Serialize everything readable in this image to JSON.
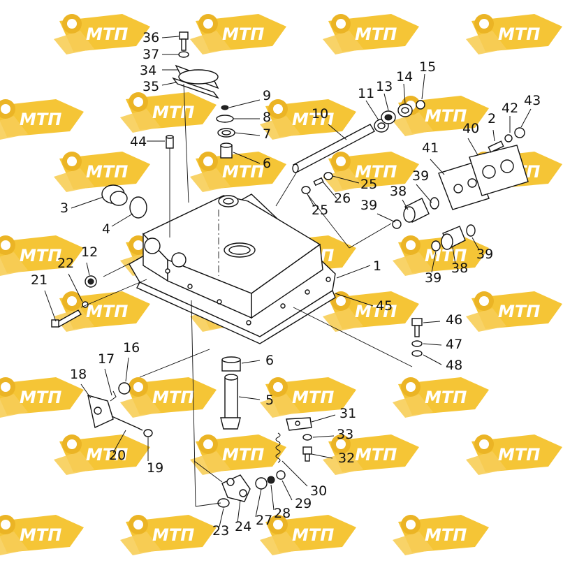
{
  "watermark": {
    "text": "МТП",
    "fill_color": "#f2b705",
    "text_color": "#ffffff"
  },
  "part_numbers": {
    "p1": "1",
    "p2": "2",
    "p3": "3",
    "p4": "4",
    "p5": "5",
    "p6a": "6",
    "p6b": "6",
    "p7": "7",
    "p8": "8",
    "p9": "9",
    "p10": "10",
    "p11": "11",
    "p12": "12",
    "p13": "13",
    "p14": "14",
    "p15": "15",
    "p16": "16",
    "p17": "17",
    "p18": "18",
    "p19": "19",
    "p20": "20",
    "p21": "21",
    "p22": "22",
    "p23": "23",
    "p24": "24",
    "p25a": "25",
    "p25b": "25",
    "p26": "26",
    "p27": "27",
    "p28": "28",
    "p29": "29",
    "p30": "30",
    "p31": "31",
    "p32": "32",
    "p33": "33",
    "p34": "34",
    "p35": "35",
    "p36": "36",
    "p37": "37",
    "p38a": "38",
    "p38b": "38",
    "p39a": "39",
    "p39b": "39",
    "p39c": "39",
    "p39d": "39",
    "p40": "40",
    "p41": "41",
    "p42": "42",
    "p43": "43",
    "p44": "44",
    "p45": "45",
    "p46": "46",
    "p47": "47",
    "p48": "48"
  }
}
